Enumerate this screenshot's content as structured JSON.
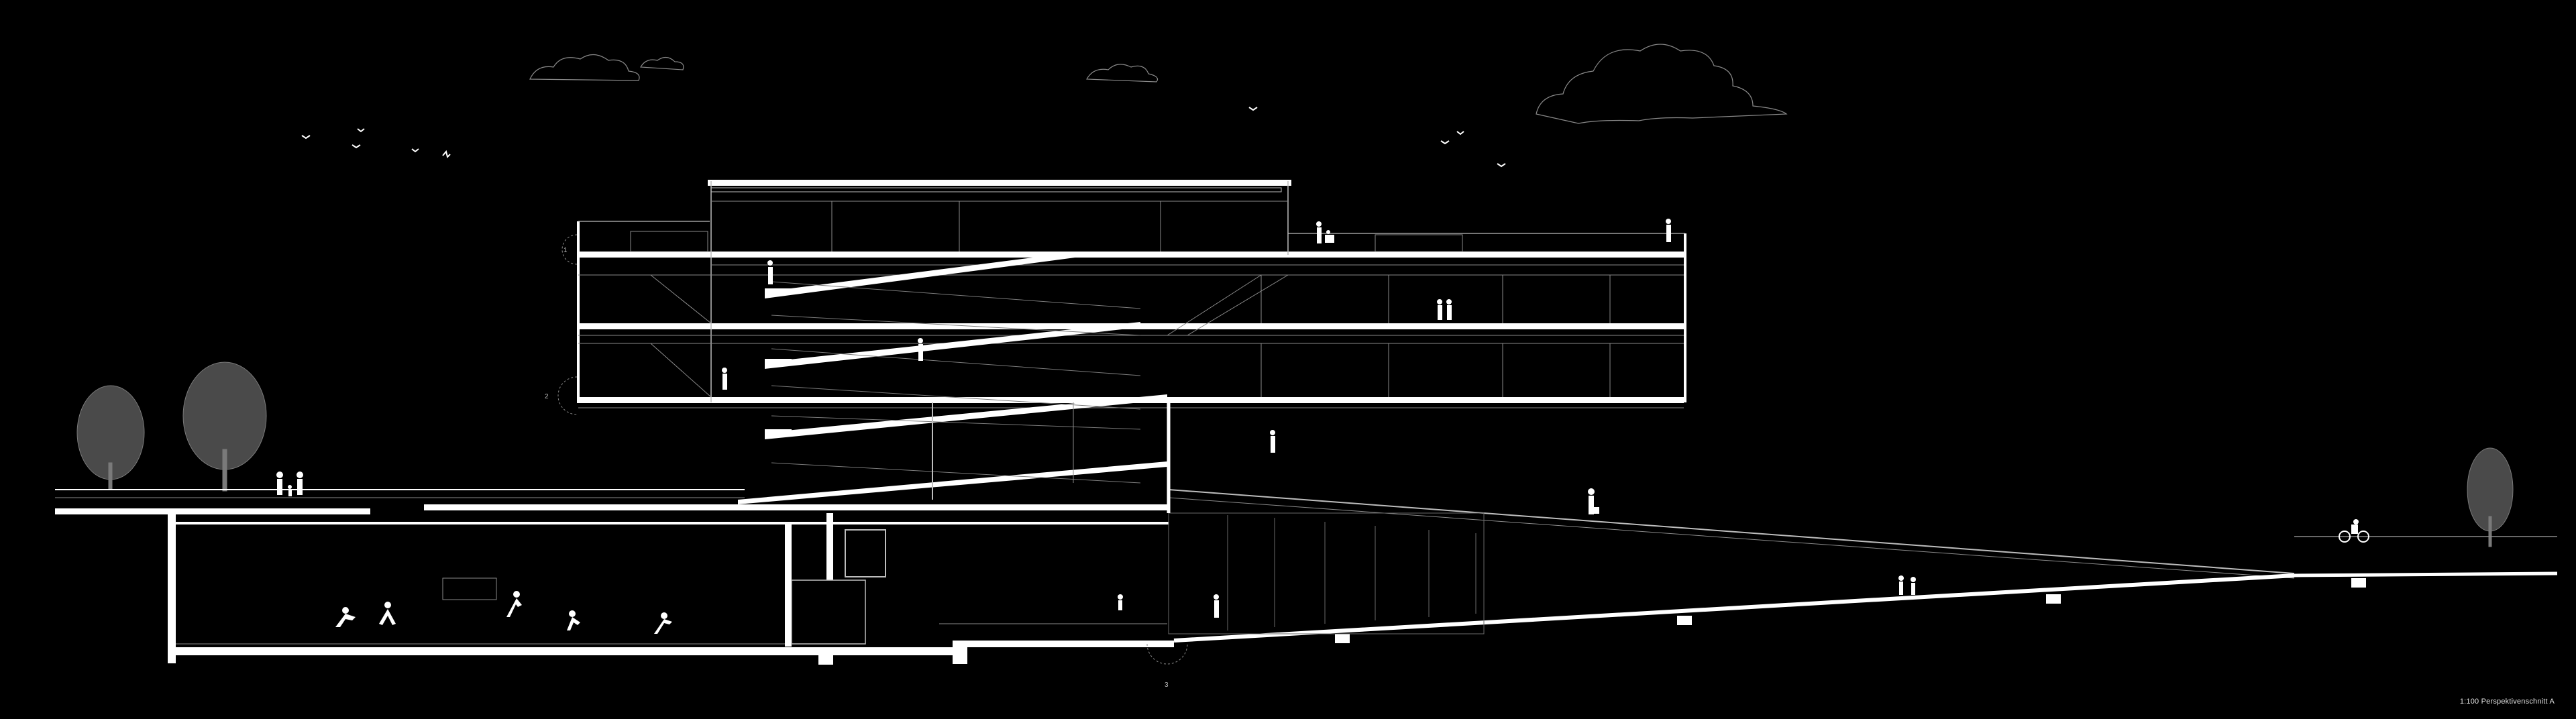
{
  "caption": "1:100 Perspektivenschnitt A",
  "markers": {
    "left_upper": "1",
    "left_lower": "2",
    "bottom": "3"
  },
  "colors": {
    "background": "#000000",
    "line": "#ffffff",
    "thin_line": "#9a9a9a",
    "tree": "#5a5a5a"
  }
}
